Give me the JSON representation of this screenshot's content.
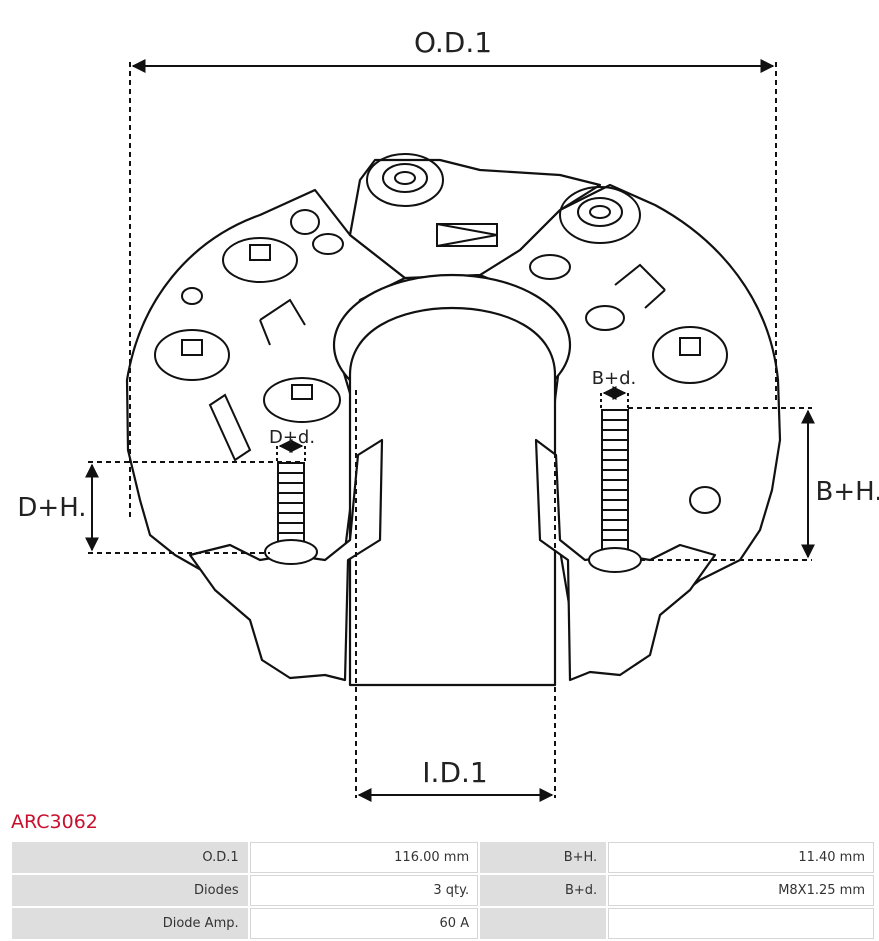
{
  "diagram": {
    "labels": {
      "od": "O.D.1",
      "id": "I.D.1",
      "bd_right": "B+d.",
      "dd_left": "D+d.",
      "dh": "D+H.",
      "bh": "B+H."
    }
  },
  "part_number": "ARC3062",
  "specs": [
    {
      "k1": "O.D.1",
      "v1": "116.00 mm",
      "k2": "B+H.",
      "v2": "11.40 mm"
    },
    {
      "k1": "Diodes",
      "v1": "3 qty.",
      "k2": "B+d.",
      "v2": "M8X1.25 mm"
    },
    {
      "k1": "Diode Amp.",
      "v1": "60 A",
      "k2": "",
      "v2": ""
    }
  ]
}
